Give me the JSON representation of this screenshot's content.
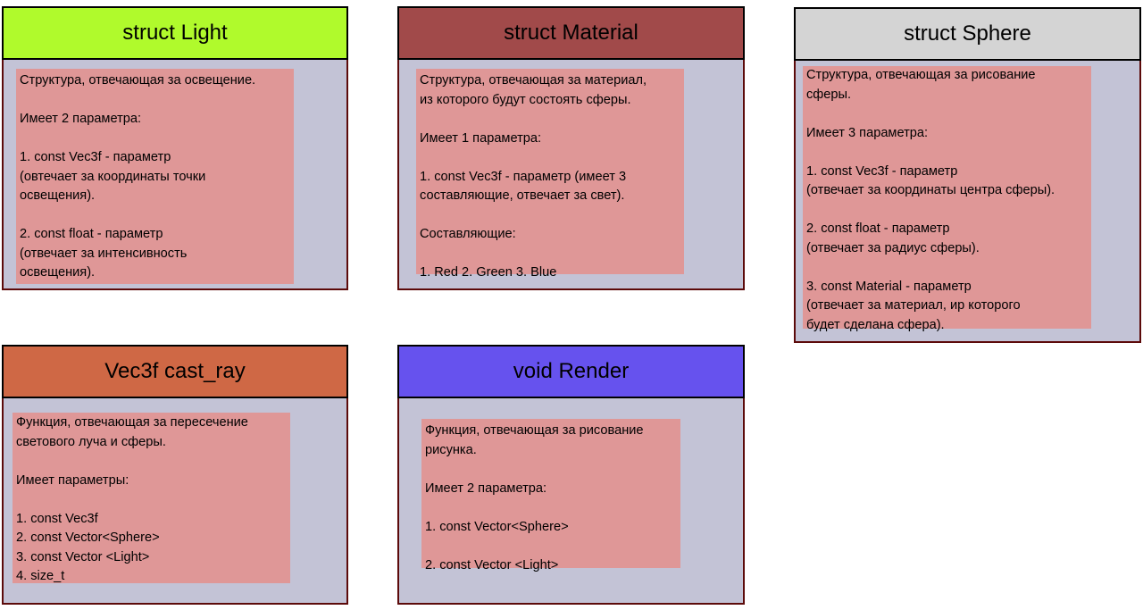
{
  "colors": {
    "light_header": "#b0fa2c",
    "material_header": "#a14a4a",
    "sphere_header": "#d4d4d4",
    "castray_header": "#cf6845",
    "render_header": "#6652ee",
    "body_bg": "#c3c3d6",
    "note_bg": "#df9797",
    "border": "#5c0a0a"
  },
  "cards": {
    "light": {
      "title": "struct Light",
      "lines": [
        "Структура, отвечающая за освещение.",
        "Имеет 2 параметра:",
        "1. const Vec3f - параметр\n(овтечает за координаты точки\nосвещения).",
        "2. const float - параметр\n(отвечает за интенсивность\nосвещения)."
      ]
    },
    "material": {
      "title": "struct Material",
      "lines": [
        "Структура, отвечающая за материал,\nиз которого будут состоять сферы.",
        "Имеет 1 параметра:",
        "1. const Vec3f - параметр (имеет 3\nсоставляющие, отвечает за свет).",
        "Составляющие:",
        "1. Red 2. Green 3. Blue"
      ]
    },
    "sphere": {
      "title": "struct Sphere",
      "lines": [
        "Структура, отвечающая за рисование\nсферы.",
        "Имеет 3 параметра:",
        "1. const Vec3f - параметр\n(отвечает за координаты центра сферы).",
        "2. const float - параметр\n(отвечает за радиус сферы).",
        "3. const Material - параметр\n(отвечает за материал, ир которого\nбудет сделана сфера)."
      ]
    },
    "castray": {
      "title": "Vec3f cast_ray",
      "lines": [
        "Функция, отвечающая за пересечение\nсветового луча и сферы.",
        "Имеет параметры:",
        "1. const Vec3f\n2. const Vector<Sphere>\n3. const Vector <Light>\n4. size_t"
      ]
    },
    "render": {
      "title": "void Render",
      "lines": [
        "Функция, отвечающая за рисование\nрисунка.",
        "Имеет 2 параметра:",
        "1. const Vector<Sphere>",
        "2. const Vector <Light>"
      ]
    }
  }
}
